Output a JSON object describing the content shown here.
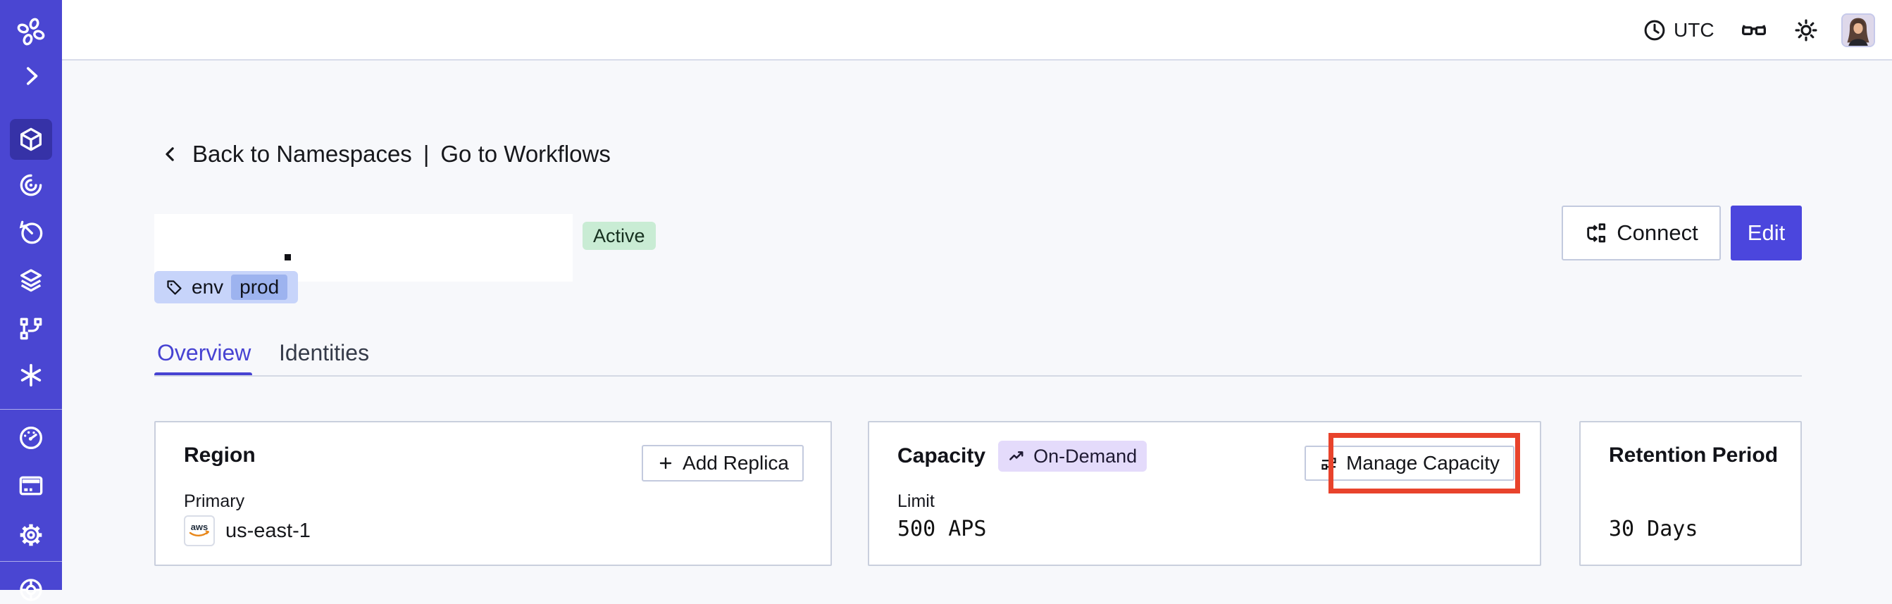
{
  "topbar": {
    "timezone": "UTC"
  },
  "sidebar": {
    "icons": [
      "temporal-logo",
      "expand",
      "namespaces",
      "workflows",
      "schedules",
      "task-queues",
      "deployments",
      "nexus",
      "usage",
      "billing",
      "settings",
      "support"
    ]
  },
  "breadcrumb": {
    "back_label": "Back to Namespaces",
    "separator": "|",
    "workflows_label": "Go to Workflows"
  },
  "namespace": {
    "status_badge": "Active",
    "tag": {
      "key": "env",
      "value": "prod"
    }
  },
  "header_actions": {
    "connect_label": "Connect",
    "edit_label": "Edit"
  },
  "tabs": [
    {
      "label": "Overview",
      "active": true
    },
    {
      "label": "Identities",
      "active": false
    }
  ],
  "cards": {
    "region": {
      "title": "Region",
      "add_replica_label": "Add Replica",
      "field_label": "Primary",
      "provider": "aws",
      "value": "us-east-1"
    },
    "capacity": {
      "title": "Capacity",
      "badge": "On-Demand",
      "manage_label": "Manage Capacity",
      "field_label": "Limit",
      "value": "500 APS"
    },
    "retention": {
      "title": "Retention Period",
      "value": "30 Days"
    }
  },
  "colors": {
    "sidebar_accent": "#4a46d2",
    "edit_button": "#4b46dd",
    "active_badge_bg": "#c9ecd4",
    "ondemand_badge_bg": "#e4dbfb",
    "tag_bg": "#c7d4fa",
    "tag_value_bg": "#9db3ef",
    "highlight_red": "#e8432c",
    "tab_active": "#4743d2"
  }
}
